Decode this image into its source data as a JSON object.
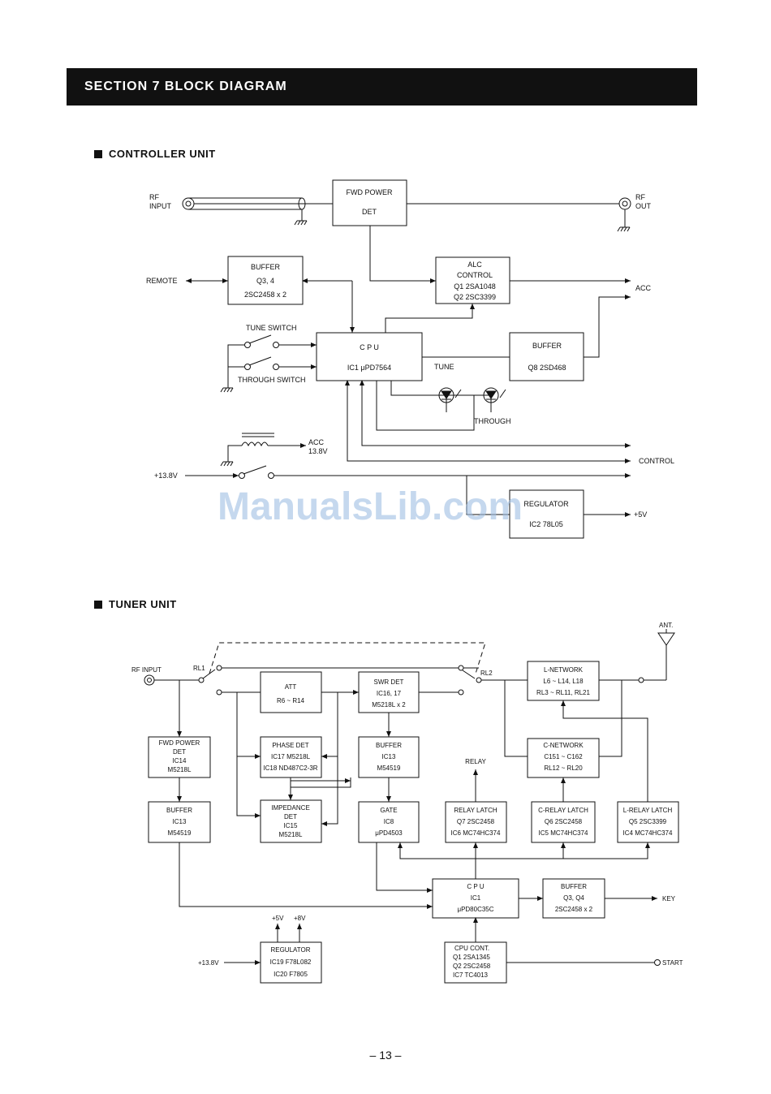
{
  "section_title": "SECTION  7  BLOCK  DIAGRAM",
  "page_number": "– 13 –",
  "watermark": "ManualsLib.com",
  "controller": {
    "heading": "CONTROLLER  UNIT",
    "rf_input": [
      "RF",
      "INPUT"
    ],
    "rf_out": [
      "RF",
      "OUT"
    ],
    "fwd_power": [
      "FWD POWER",
      "DET"
    ],
    "buffer1": [
      "BUFFER",
      "Q3, 4",
      "2SC2458 x 2"
    ],
    "remote": "REMOTE",
    "alc": [
      "ALC",
      "CONTROL",
      "Q1 2SA1048",
      "Q2 2SC3399"
    ],
    "acc": "ACC",
    "tune_switch": "TUNE SWITCH",
    "through_switch": "THROUGH SWITCH",
    "cpu": [
      "C P U",
      "IC1 μPD7564"
    ],
    "buffer2": [
      "BUFFER",
      "Q8 2SD468"
    ],
    "tune": "TUNE",
    "through": "THROUGH",
    "acc138": [
      "ACC",
      "13.8V"
    ],
    "control": "CONTROL",
    "v138": "+13.8V",
    "regulator": [
      "REGULATOR",
      "IC2 78L05"
    ],
    "v5": "+5V"
  },
  "tuner": {
    "heading": "TUNER  UNIT",
    "rf_input": "RF  INPUT",
    "rl1": "RL1",
    "rl2": "RL2",
    "ant": "ANT.",
    "att": [
      "ATT",
      "R6 ~ R14"
    ],
    "swr": [
      "SWR  DET",
      "IC16, 17",
      "M5218L x 2"
    ],
    "lnet": [
      "L-NETWORK",
      "L6 ~ L14, L18",
      "RL3 ~ RL11, RL21"
    ],
    "fwd": [
      "FWD  POWER",
      "DET",
      "IC14",
      "M5218L"
    ],
    "phase": [
      "PHASE  DET",
      "IC17  M5218L",
      "IC18  ND487C2-3R"
    ],
    "buf13a": [
      "BUFFER",
      "IC13",
      "M54519"
    ],
    "relay": "RELAY",
    "cnet": [
      "C-NETWORK",
      "C151 ~ C162",
      "RL12 ~ RL20"
    ],
    "buf13b": [
      "BUFFER",
      "IC13",
      "M54519"
    ],
    "imp": [
      "IMPEDANCE",
      "DET",
      "IC15",
      "M5218L"
    ],
    "gate": [
      "GATE",
      "IC8",
      "μPD4503"
    ],
    "rlatch": [
      "RELAY  LATCH",
      "Q7  2SC2458",
      "IC6  MC74HC374"
    ],
    "clatch": [
      "C-RELAY  LATCH",
      "Q6  2SC2458",
      "IC5  MC74HC374"
    ],
    "llatch": [
      "L-RELAY  LATCH",
      "Q5  2SC3399",
      "IC4  MC74HC374"
    ],
    "cpu": [
      "C P U",
      "IC1",
      "μPD80C35C"
    ],
    "buf34": [
      "BUFFER",
      "Q3, Q4",
      "2SC2458 x 2"
    ],
    "key": "KEY",
    "v5": "+5V",
    "v8": "+8V",
    "reg": [
      "REGULATOR",
      "IC19  F78L082",
      "IC20  F7805"
    ],
    "v138": "+13.8V",
    "cpucont": [
      "CPU  CONT.",
      "Q1   2SA1345",
      "Q2   2SC2458",
      "IC7  TC4013"
    ],
    "start": "START"
  }
}
